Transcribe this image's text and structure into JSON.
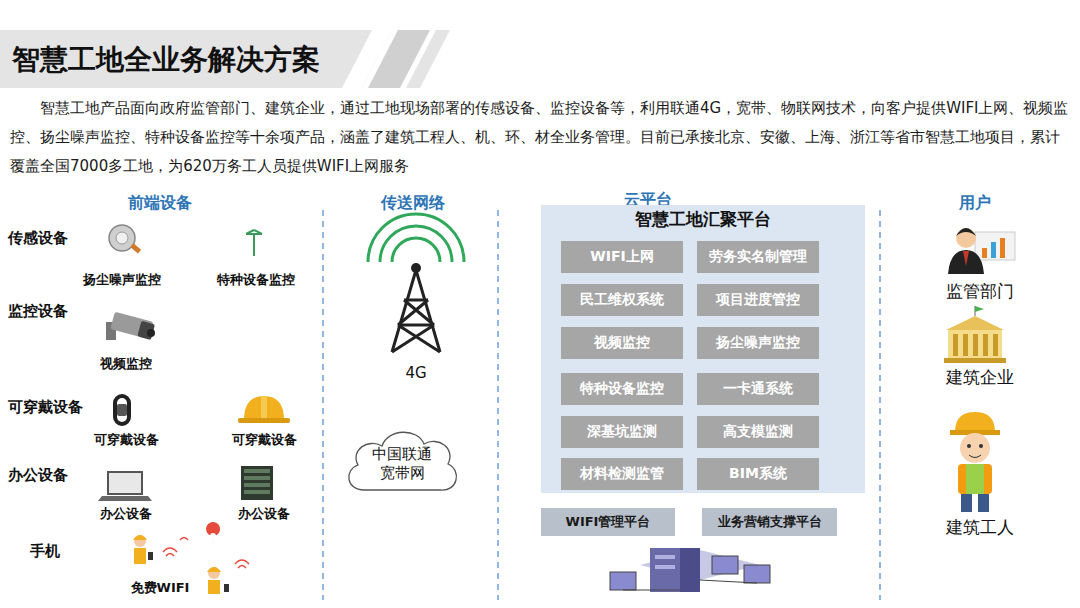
{
  "diagram": {
    "title": "智慧工地全业务解决方案",
    "nodes": [
      {
        "text": [
          "智慧工地汇聚平台"
        ]
      },
      {
        "text": [
          "WIFI上网"
        ],
        "in": 0
      },
      {
        "text": [
          "劳务实名制管理"
        ],
        "in": 0
      },
      {
        "text": [
          "民工维权系统"
        ],
        "in": 0
      },
      {
        "text": [
          "项目进度管控"
        ],
        "in": 0
      },
      {
        "text": [
          "视频监控"
        ],
        "in": 0
      },
      {
        "text": [
          "扬尘噪声监控"
        ],
        "in": 0
      },
      {
        "text": [
          "特种设备监控"
        ],
        "in": 0
      },
      {
        "text": [
          "一卡通系统"
        ],
        "in": 0
      },
      {
        "text": [
          "深基坑监测"
        ],
        "in": 0
      },
      {
        "text": [
          "高支模监测"
        ],
        "in": 0
      },
      {
        "text": [
          "材料检测监管"
        ],
        "in": 0
      },
      {
        "text": [
          "BIM系统"
        ],
        "in": 0
      },
      {
        "text": [
          "WIFI管理平台"
        ]
      },
      {
        "text": [
          "业务营销支撑平台"
        ]
      },
      {
        "text": [
          "中国联通 宽带网"
        ]
      }
    ],
    "labels": [
      "智慧工地产品面向政府监管部门、建筑企业，通过工地现场部署的传感设备、监控设备等，利用联通4G，宽带、物联网技术，向客户提供WIFI上网、视频监控、扬尘噪声监控、特种设备监控等十余项产品，涵盖了建筑工程人、机、环、材全业务管理。目前已承接北京、安徽、上海、浙江等省市智慧工地项目，累计覆盖全国7000多工地，为620万务工人员提供WIFI上网服务",
      "前端设备",
      "传感设备",
      "扬尘噪声监控",
      "特种设备监控",
      "监控设备",
      "视频监控",
      "可穿戴设备",
      "可穿戴设备",
      "可穿戴设备",
      "办公设备",
      "办公设备",
      "办公设备",
      "手机",
      "免费WIFI",
      "传送网络",
      "4G",
      "云平台",
      "用户",
      "监管部门",
      "建筑企业",
      "建筑工人"
    ]
  }
}
